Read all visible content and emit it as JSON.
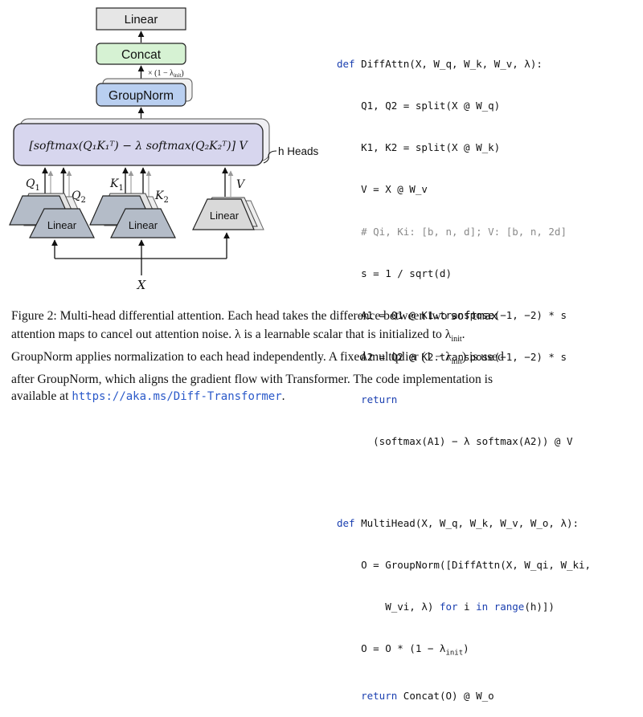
{
  "diagram": {
    "linear_top_label": "Linear",
    "concat_label": "Concat",
    "groupnorm_label": "GroupNorm",
    "multiplier_label": "× (1 − λ",
    "multiplier_sub": "init",
    "multiplier_close": ")",
    "formula": "[softmax(Q₁K₁ᵀ) − λ softmax(Q₂K₂ᵀ)] V",
    "heads_label": "h Heads",
    "linear_q_label": "Linear",
    "linear_k_label": "Linear",
    "linear_v_label": "Linear",
    "q1_label": "Q",
    "q1_sub": "1",
    "q2_label": "Q",
    "q2_sub": "2",
    "k1_label": "K",
    "k1_sub": "1",
    "k2_label": "K",
    "k2_sub": "2",
    "v_label": "V",
    "x_label": "X"
  },
  "code": {
    "l1_kw": "def",
    "l1": " DiffAttn(X, W_q, W_k, W_v, λ):",
    "l2": "    Q1, Q2 = split(X @ W_q)",
    "l3": "    K1, K2 = split(X @ W_k)",
    "l4": "    V = X @ W_v",
    "l5": "    # Qi, Ki: [b, n, d]; V: [b, n, 2d]",
    "l6": "    s = 1 / sqrt(d)",
    "l7": "    A1 = Q1 @ K1.transpose(−1, −2) * s",
    "l8": "    A2 = Q2 @ K2.transpose(−1, −2) * s",
    "l9_kw": "    return",
    "l10": "      (softmax(A1) − λ softmax(A2)) @ V",
    "l11_kw": "def",
    "l11": " MultiHead(X, W_q, W_k, W_v, W_o, λ):",
    "l12": "    O = GroupNorm([DiffAttn(X, W_qi, W_ki,",
    "l13a": "        W_vi, λ) ",
    "l13_kw1": "for",
    "l13b": " i ",
    "l13_kw2": "in",
    "l13c": " ",
    "l13_kw3": "range",
    "l13d": "(h)])",
    "l14": "    O = O * (1 − λ",
    "l14_sub": "init",
    "l14_end": ")",
    "l15_kw": "    return",
    "l15": " Concat(O) @ W_o"
  },
  "caption": {
    "p1": "Figure 2: Multi-head differential attention. Each head takes the difference between two ",
    "p1_mono": "softmax",
    "p2": "attention maps to cancel out attention noise.  λ is a learnable scalar that is initialized to λ",
    "p2_sub": "init",
    "p2_end": ".",
    "p3": "GroupNorm applies normalization to each head independently. A fixed multiplier (1 − λ",
    "p3_sub": "init",
    "p3_end": ") is used",
    "p4": "after GroupNorm, which aligns the gradient flow with Transformer. The code implementation is",
    "p5": "available at ",
    "link": "https://aka.ms/Diff-Transformer",
    "p5_end": "."
  }
}
